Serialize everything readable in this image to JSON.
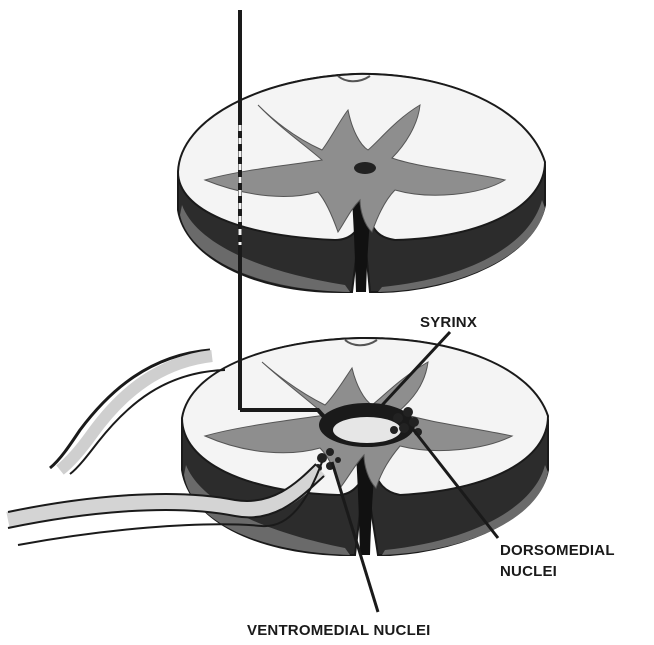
{
  "labels": {
    "syrinx": "SYRINX",
    "dorsomedial_line1": "DORSOMEDIAL",
    "dorsomedial_line2": "NUCLEI",
    "ventromedial": "VENTROMEDIAL NUCLEI"
  },
  "colors": {
    "white_matter": "#f4f4f4",
    "gray_matter": "#8e8e8e",
    "side_shade": "#2c2c2c",
    "outline": "#1a1a1a"
  }
}
